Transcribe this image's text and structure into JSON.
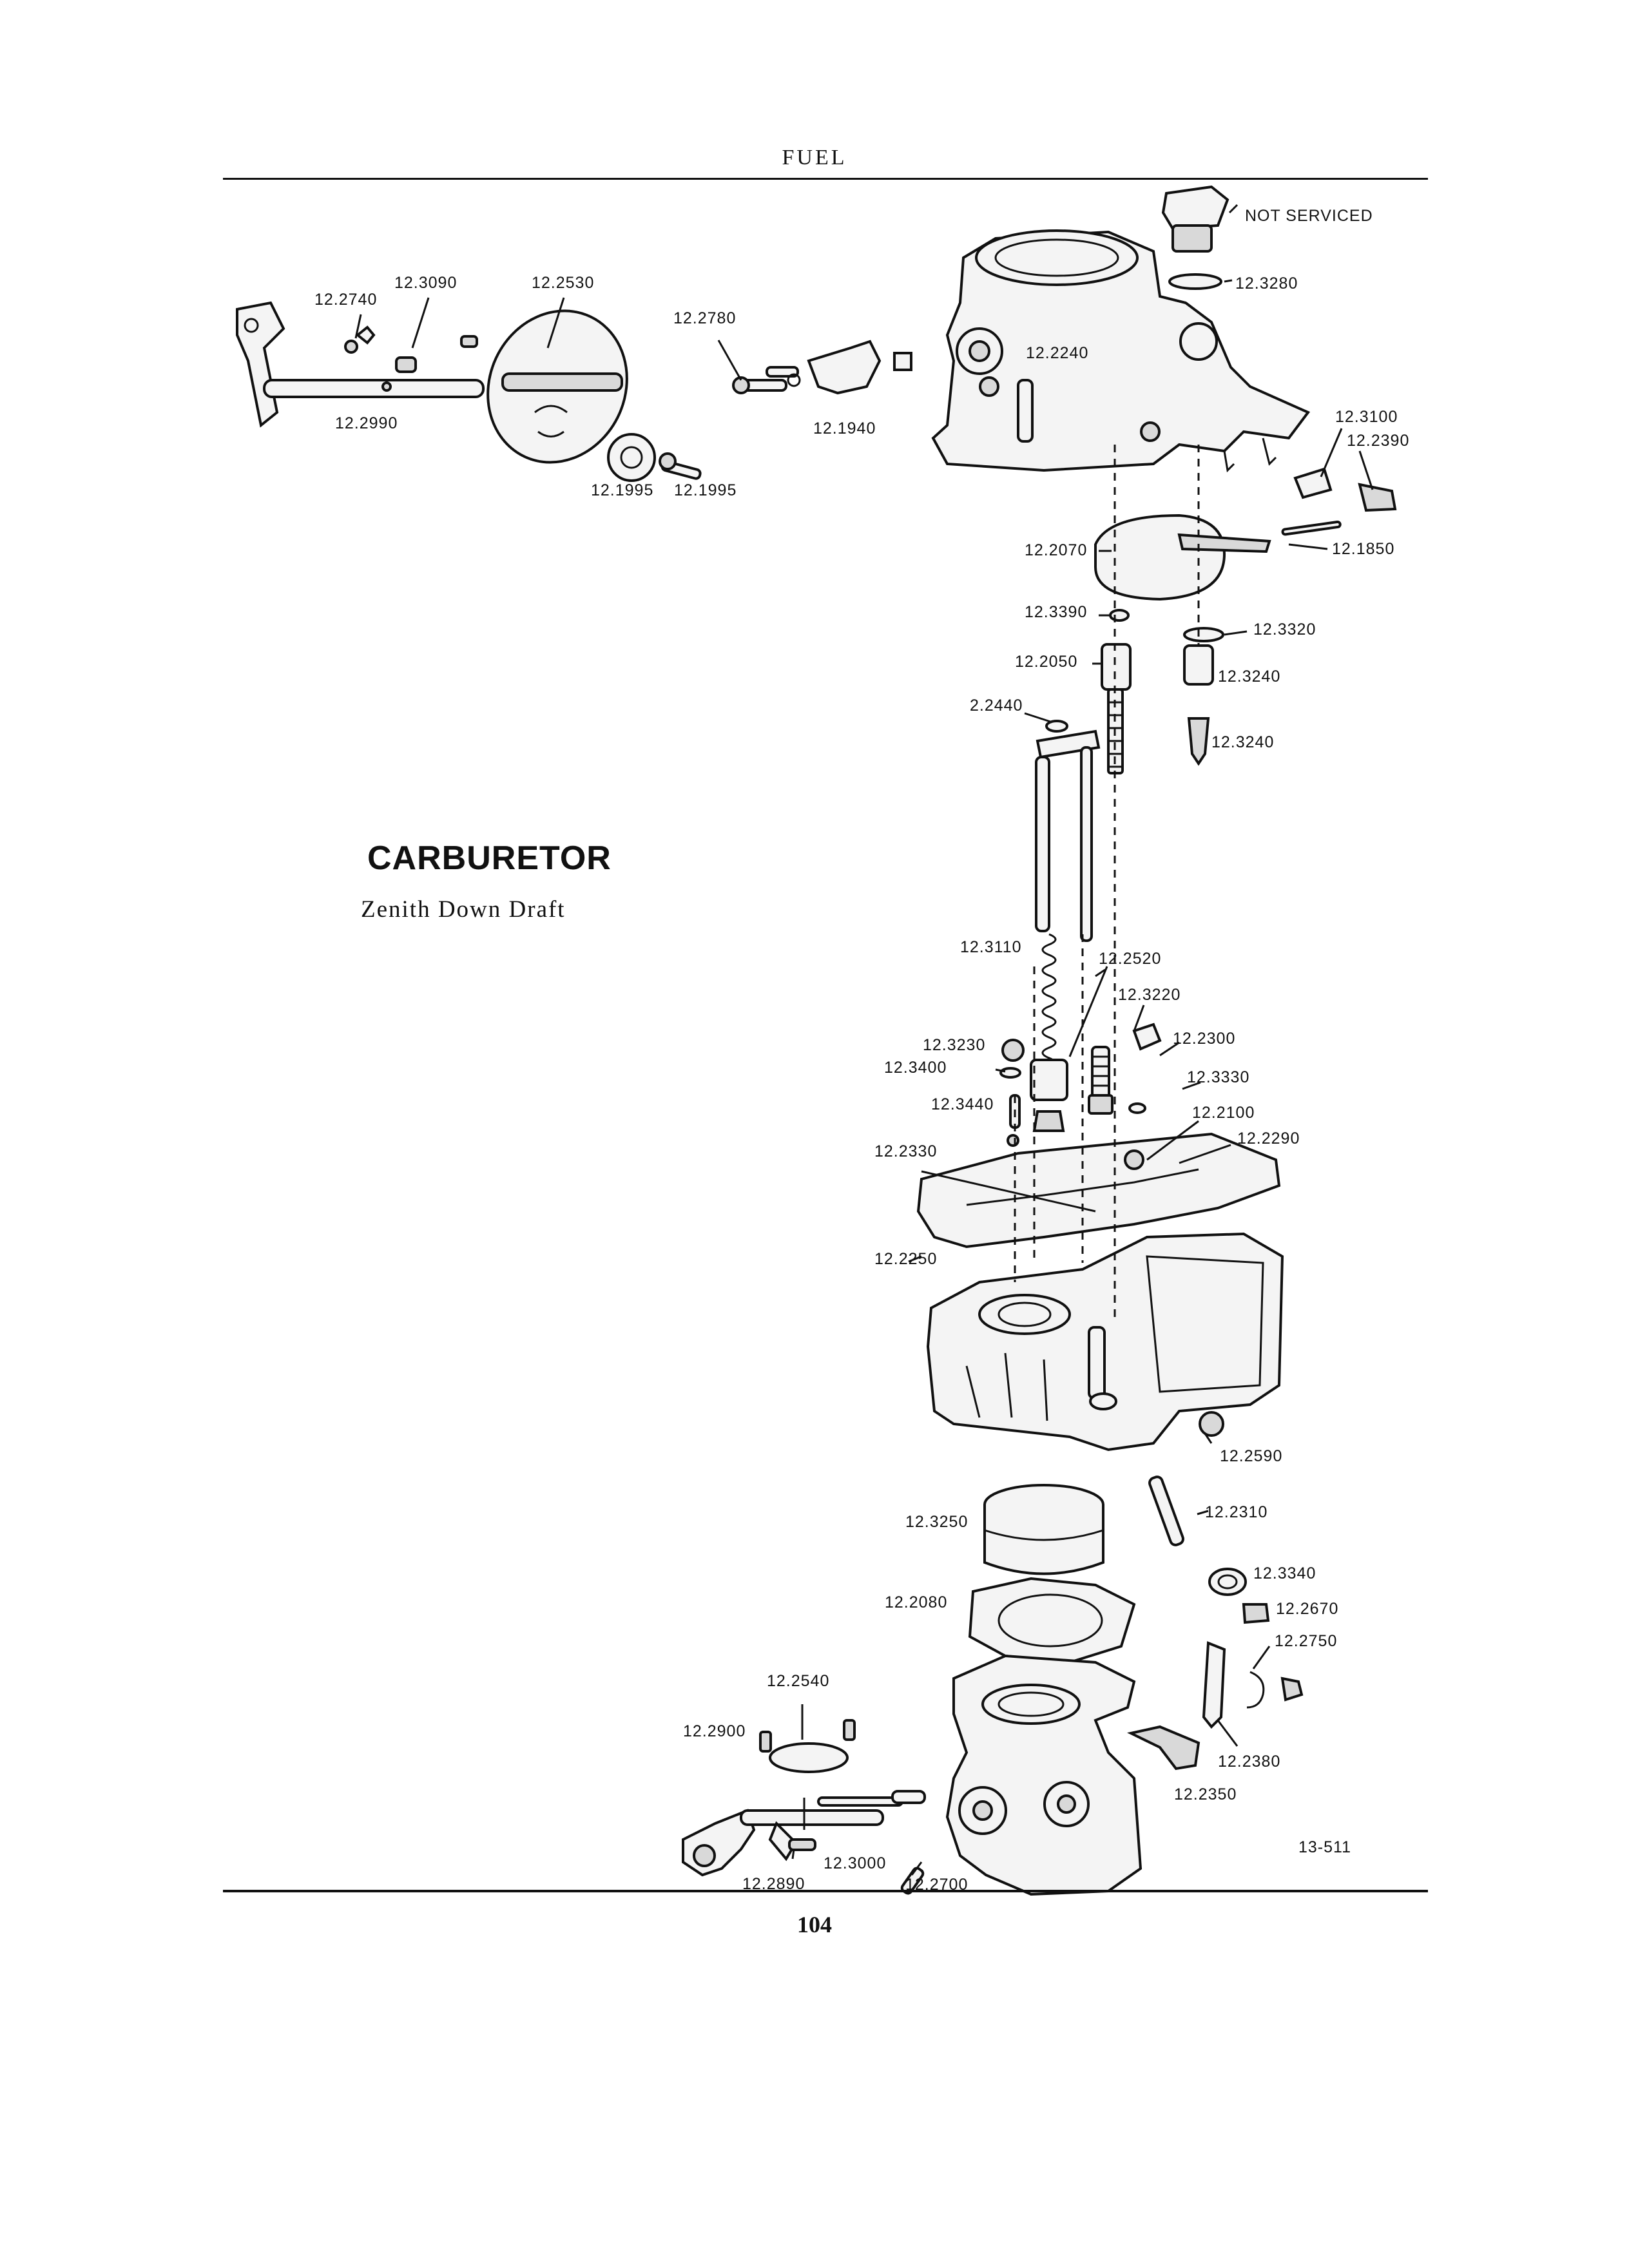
{
  "header": {
    "title": "FUEL"
  },
  "figure": {
    "title": "CARBURETOR",
    "subtitle": "Zenith Down Draft",
    "figure_id": "13-511"
  },
  "footer": {
    "page_number": "104"
  },
  "callouts": [
    "NOT SERVICED",
    "12.3280",
    "12.3090",
    "12.2530",
    "12.2740",
    "12.2990",
    "12.1995",
    "12.1995",
    "12.2780",
    "12.1940",
    "12.2240",
    "12.3100",
    "12.2390",
    "12.2070",
    "12.1850",
    "12.3390",
    "12.3320",
    "12.2050",
    "12.3240",
    "12.3240",
    "2.2440",
    "12.3110",
    "12.2520",
    "12.3220",
    "12.3230",
    "12.2300",
    "12.3400",
    "12.3330",
    "12.3440",
    "12.2100",
    "12.2290",
    "12.2330",
    "12.2250",
    "12.2590",
    "12.3250",
    "12.2310",
    "12.3340",
    "12.2080",
    "12.2670",
    "12.2750",
    "12.2540",
    "12.2900",
    "12.2380",
    "12.2350",
    "12.3000",
    "12.2890",
    "12.2700"
  ]
}
